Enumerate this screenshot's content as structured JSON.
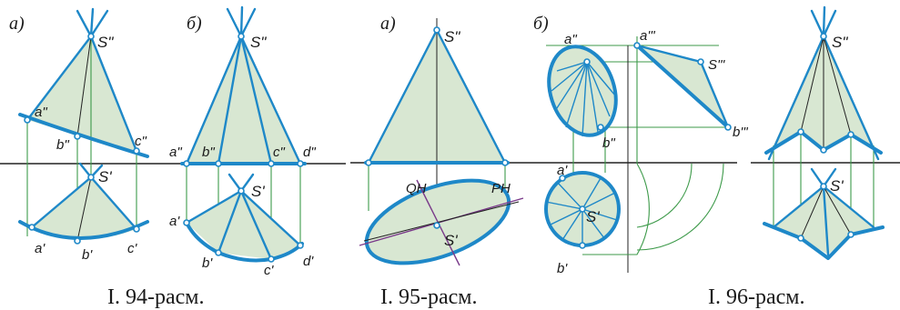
{
  "colors": {
    "outline": "#1e88c8",
    "fill": "#d8e7d2",
    "projection": "#3d9a4a",
    "axis": "#222222",
    "cutting_plane": "#7a3a8a"
  },
  "figures": [
    {
      "caption": "I. 94-расм.",
      "panels": [
        {
          "sub_label": "а)",
          "points": {
            "apex_front": "S\"",
            "apex_top": "S'",
            "a_front": "a\"",
            "b_front": "b\"",
            "c_front": "c\"",
            "a_top": "a'",
            "b_top": "b'",
            "c_top": "c'"
          }
        },
        {
          "sub_label": "б)",
          "points": {
            "apex_front": "S\"",
            "apex_top": "S'",
            "a_front": "a\"",
            "b_front": "b\"",
            "c_front": "c\"",
            "d_front": "d\"",
            "a_top": "a'",
            "b_top": "b'",
            "c_top": "c'",
            "d_top": "d'"
          }
        }
      ]
    },
    {
      "caption": "I. 95-расм.",
      "panels": [
        {
          "sub_label": "а)",
          "points": {
            "apex_front": "S\"",
            "apex_top": "S'",
            "plane_q": "QH",
            "plane_p": "PH"
          }
        },
        {
          "sub_label": "б)",
          "points": {
            "a_front": "a\"",
            "b_front": "b\"",
            "a_side": "a'\"",
            "b_side": "b'\"",
            "s_side": "S'\"",
            "a_top": "a'",
            "b_top": "b'",
            "apex_top": "S'"
          }
        }
      ]
    },
    {
      "caption": "I. 96-расм.",
      "panels": [
        {
          "points": {
            "apex_front": "S\"",
            "apex_top": "S'"
          }
        }
      ]
    }
  ]
}
